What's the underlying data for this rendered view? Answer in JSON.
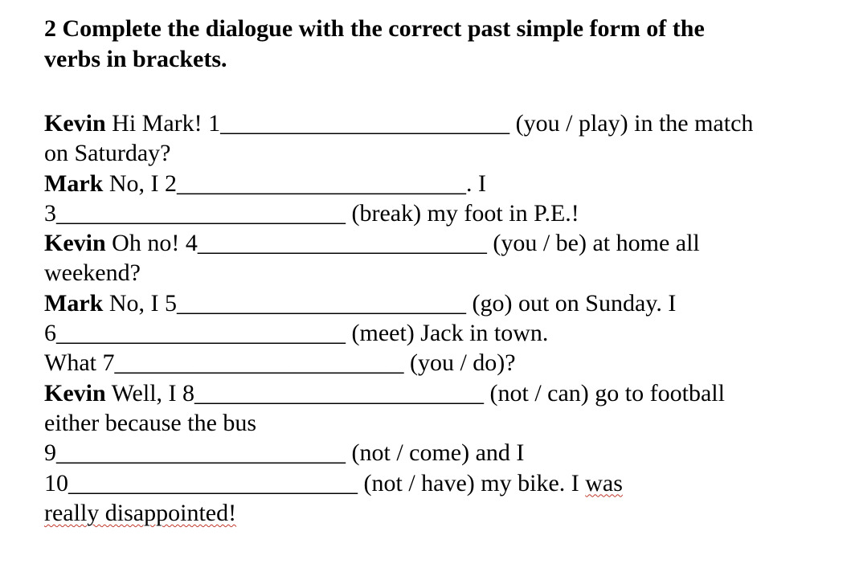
{
  "exercise": {
    "title_line1": "2 Complete the dialogue with the correct past simple form of the",
    "title_line2": "verbs in brackets."
  },
  "dialogue": {
    "l1_speaker": "Kevin",
    "l1_text": " Hi Mark! 1________________________ (you / play) in the match",
    "l2_text": "on Saturday?",
    "l3_speaker": "Mark",
    "l3_text": " No, I 2________________________. I",
    "l4_text": "3________________________ (break) my foot in P.E.!",
    "l5_speaker": "Kevin",
    "l5_text": " Oh no! 4________________________ (you / be) at home all",
    "l6_text": "weekend?",
    "l7_speaker": "Mark",
    "l7_text": " No, I 5________________________ (go) out on Sunday. I",
    "l8_text": "6________________________ (meet) Jack in town.",
    "l9_text": "What 7________________________ (you / do)?",
    "l10_speaker": "Kevin",
    "l10_text": " Well, I 8________________________ (not / can) go to football",
    "l11_text": "either because the bus",
    "l12_text": "9________________________ (not / come) and I",
    "l13_text_a": "10________________________ (not / have) my bike. I ",
    "l13_text_b": "was",
    "l14_text": "really disappointed!"
  }
}
